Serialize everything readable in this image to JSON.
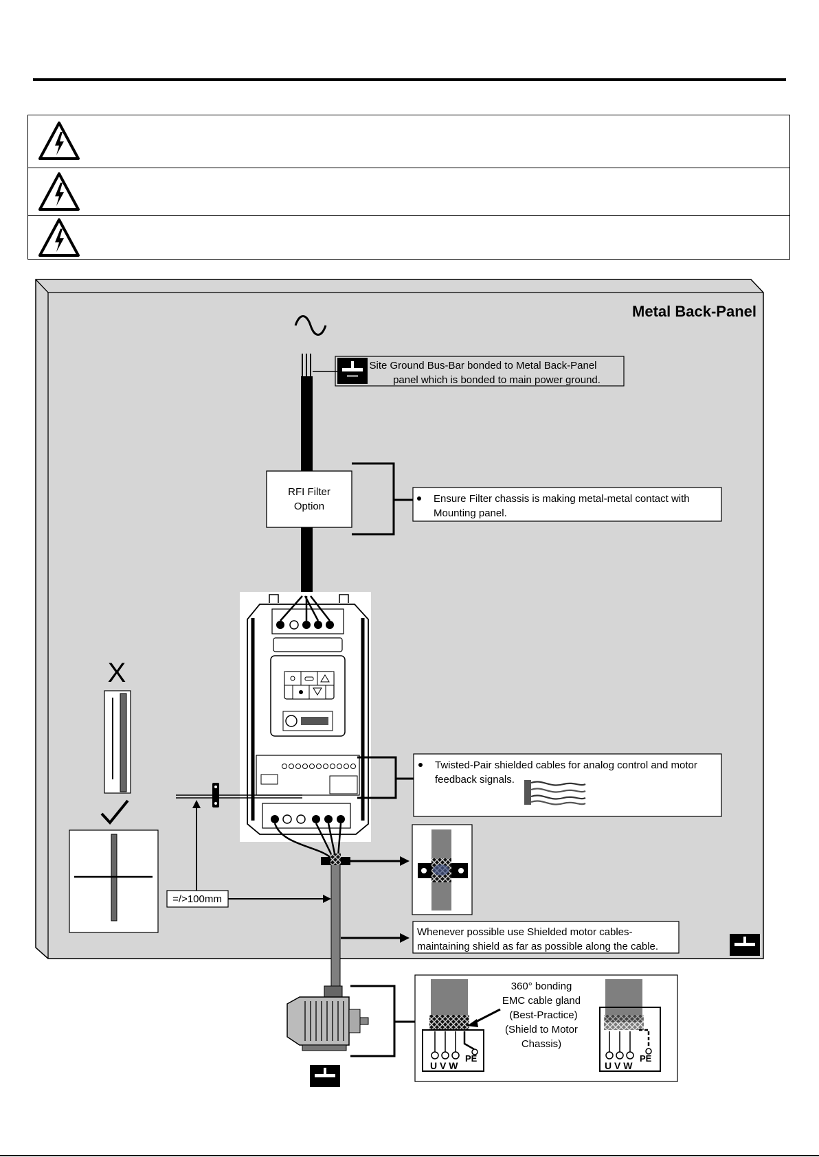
{
  "warnings": [
    {
      "icon": "high-voltage-warning-icon",
      "text": ""
    },
    {
      "icon": "high-voltage-warning-icon",
      "text": ""
    },
    {
      "icon": "high-voltage-warning-icon",
      "text": ""
    }
  ],
  "diagram": {
    "panel_title": "Metal Back-Panel",
    "ground_busbar_note": {
      "line1": "Site Ground Bus-Bar bonded to Metal Back-Panel",
      "line2": "panel which is bonded to main power ground."
    },
    "rfi_filter": {
      "line1": "RFI Filter",
      "line2": "Option"
    },
    "filter_note": {
      "line1": "Ensure Filter chassis is making metal-metal contact with",
      "line2": "Mounting panel."
    },
    "twisted_pair_note": {
      "line1": "Twisted-Pair shielded cables for analog control and motor",
      "line2": "feedback signals."
    },
    "incorrect_mark": "X",
    "correct_mark": "✓",
    "separation_label": "=/>100mm",
    "shielded_note": {
      "line1": "Whenever possible use Shielded motor cables-",
      "line2": "maintaining shield as far as possible along the cable."
    },
    "gland_note": {
      "line1": "360° bonding",
      "line2": "EMC cable gland",
      "line3": "(Best-Practice)",
      "line4": "(Shield to Motor",
      "line5": "Chassis)"
    },
    "terminals": {
      "u": "U",
      "v": "V",
      "w": "W",
      "pe": "PE"
    },
    "motor_terminals_left": {
      "uvw": "U V W",
      "pe": "PE"
    },
    "motor_terminals_right": {
      "uvw": "U V W",
      "pe": "PE"
    }
  },
  "colors": {
    "panel_fill": "#d6d6d6",
    "cable_shield": "#7f7f7f",
    "ink": "#000000"
  }
}
